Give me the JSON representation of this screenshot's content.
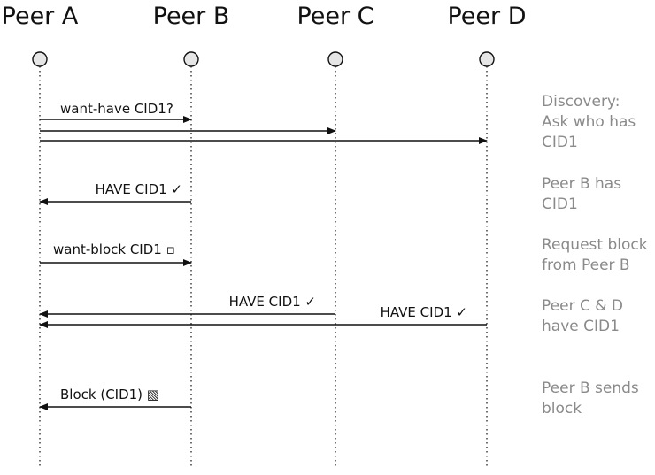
{
  "peers": [
    {
      "id": "A",
      "label": "Peer A"
    },
    {
      "id": "B",
      "label": "Peer B"
    },
    {
      "id": "C",
      "label": "Peer C"
    },
    {
      "id": "D",
      "label": "Peer D"
    }
  ],
  "messages": [
    {
      "from": "A",
      "to": "B",
      "label": "want-have CID1?"
    },
    {
      "from": "A",
      "to": "C",
      "label": ""
    },
    {
      "from": "A",
      "to": "D",
      "label": ""
    },
    {
      "from": "B",
      "to": "A",
      "label": "HAVE CID1 ✓"
    },
    {
      "from": "A",
      "to": "B",
      "label": "want-block CID1 ▫"
    },
    {
      "from": "C",
      "to": "A",
      "label": "HAVE CID1 ✓"
    },
    {
      "from": "D",
      "to": "A",
      "label": "HAVE CID1 ✓"
    },
    {
      "from": "B",
      "to": "A",
      "label": "Block (CID1) ▧"
    }
  ],
  "notes": [
    "Discovery:\nAsk who has\nCID1",
    "Peer B has\nCID1",
    "Request block\nfrom Peer B",
    "Peer C & D\nhave CID1",
    "Peer B sends\nblock"
  ],
  "colors": {
    "line": "#111111",
    "note": "#8a8a8a",
    "node_fill": "#e6e6e6"
  }
}
